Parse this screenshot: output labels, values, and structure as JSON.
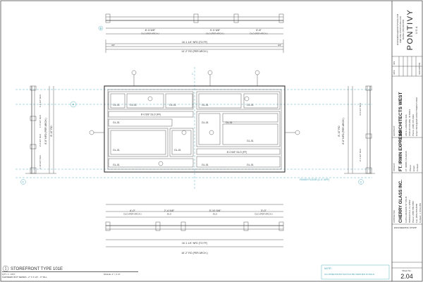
{
  "detail": {
    "number": "1",
    "title": "STOREFRONT TYPE 101E",
    "sub1": "QTY: 1 - 15'4\"",
    "sub2": "KAWNEER 451T SERIES - 2\" X 4 1/2\" - 3\" SILL",
    "scale": "SCALE: 1\" = 1'-0\""
  },
  "note": {
    "label": "NOTE:",
    "text": "ALL DIMENSIONS SHOULD BE VERIFIED IN FIELD"
  },
  "top_plan": {
    "dim_a": "8'-3 5/8\"",
    "dim_a2": "DLO (PER ARCH.)",
    "dim_b": "3'-3 3/8\"",
    "dim_b2": "DLO (PER ARCH.)",
    "dim_c": "3'-6\"",
    "dim_c2": "DLO (PER ARCH.)",
    "overall": "16'-1 1/4\" NFD (TO FF)",
    "overall2": "14'-2\" RO (PER ARCH.)",
    "end_l": "3/4\"",
    "end_r": "3/4\""
  },
  "bottom_plan": {
    "dim_a": "4'-0\"",
    "dim_a2": "DLO (PER ARCH.)",
    "dim_b": "2'-4 5/8\"",
    "dim_b2": "DLO",
    "dim_c": "5'-10 5/8\"",
    "dim_c2": "DLO",
    "dim_d": "3'-0\"",
    "dim_d2": "DLO (PER ARCH.)",
    "overall": "16'-1 1/4\" NFD (TO FF)",
    "overall2": "16'-2\" RO (PER ARCH.)"
  },
  "elevation": {
    "glass_tag": "GL-01",
    "center_dim": "8'-0 5/8\" DLO (FF)",
    "center_dim2": "8'-0 5/8\" DLO (FF)",
    "left_heights": [
      "1'-5 1/2\" DLO",
      "1'-5 1/2\" DLO",
      "2'-0 3/4\" DLO",
      "1'-10 3/4\" DLO"
    ],
    "left_overall": "8'-8\" NFD (PER ARCH.)",
    "left_overall2": "8'-10\" RO",
    "right_heights": [
      "4'-0 1/4\" DLO",
      "2'-1 1/2\" DLO"
    ],
    "right_overall": "8'-8\" NFD (PER ARCH.)",
    "right_overall2": "8'-10\" RO",
    "grid_mark": "C",
    "grid_a": "A",
    "grid_b": "B",
    "ff_label": "FINISH FLOOR (1'-0\" AFF)",
    "bubble": "1"
  },
  "titleblock": {
    "logo": "PONTIVY",
    "logo_sub": "USA",
    "company_email": "ENGINEERING@PONTIVYUSA.COM",
    "company_web": "WEB SITE: PONTIVYUSA.COM",
    "company_phone": "PHONE: (555) 555-5555",
    "architect_label": "ARCHITECT:",
    "architect": "ARCHITECTS WEST",
    "arch_addr1": "210 E. LAKESIDE AVE.",
    "arch_addr2": "COEUR D'ALENE, ID 83814",
    "arch_phone": "Phone: (208) 667-9402",
    "arch_email": "Email: INFO@ARCHITECTSWEST.COM",
    "project_label": "PROJECT:",
    "project": "FT. IRWIN EXPRESS",
    "proj_addr": "FT. IRWIN, CA 92310",
    "proj_l1": "Phone:",
    "proj_l2": "Email:",
    "proj_l3": "Contact:",
    "contractor_label": "CONTRACTOR:",
    "contractor": "CHERRY GLASS INC.",
    "cont_addr1": "1325 E ARAGON ST STE B",
    "cont_addr2": "PENSACOLA, FL 32502",
    "cont_phone": "Phone: (555) 555-5555",
    "cont_fax": "Fax: (555) 555-5555",
    "cont_contact": "Contact: J. COLLINS",
    "stamp_label": "ENGINEERING STAMP",
    "sheet_label": "Sheet No.",
    "sheet_no": "2.04",
    "rev_header": "REV",
    "date_header": "DATE",
    "desc_header": "DESCRIPTION"
  }
}
